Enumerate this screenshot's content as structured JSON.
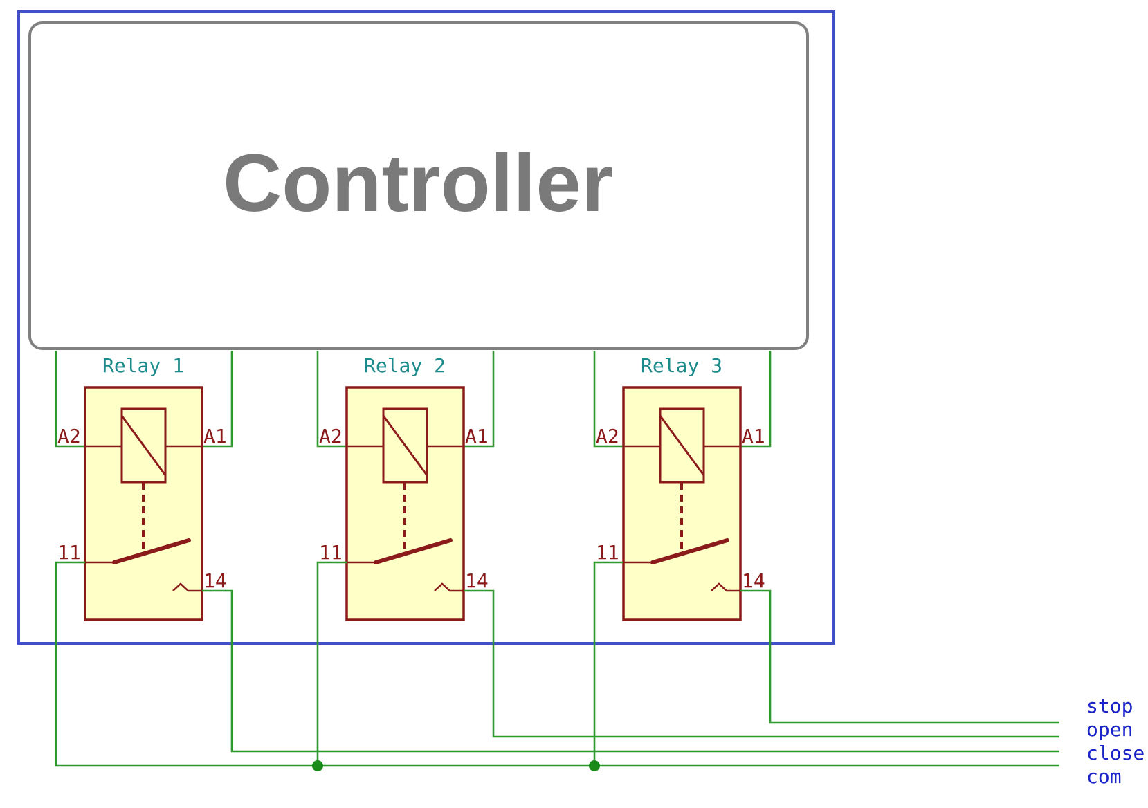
{
  "controller": {
    "label": "Controller"
  },
  "relays": [
    {
      "title": "Relay 1",
      "pins": {
        "a2": "A2",
        "a1": "A1",
        "com": "11",
        "no": "14"
      }
    },
    {
      "title": "Relay 2",
      "pins": {
        "a2": "A2",
        "a1": "A1",
        "com": "11",
        "no": "14"
      }
    },
    {
      "title": "Relay 3",
      "pins": {
        "a2": "A2",
        "a1": "A1",
        "com": "11",
        "no": "14"
      }
    }
  ],
  "nets": {
    "stop": "stop",
    "open": "open",
    "close": "close",
    "com": "com"
  },
  "colors": {
    "frame": "#3f4fc8",
    "controller_border": "#808080",
    "wire": "#2e9a2e",
    "relay_outline": "#8b1a1a",
    "relay_fill": "#ffffc8",
    "relay_title": "#1a8a8a",
    "net_label": "#1a24c8"
  }
}
